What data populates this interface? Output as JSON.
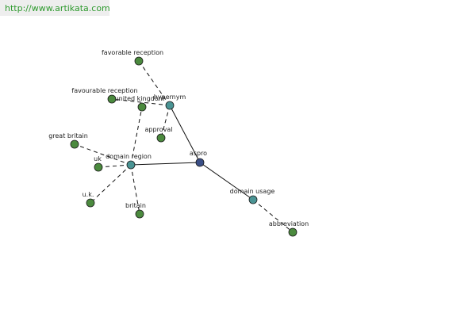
{
  "header": {
    "url": "http://www.artikata.com"
  },
  "colors": {
    "central": "#3a4e86",
    "hub": "#4a9494",
    "leaf": "#4b8a3e",
    "edge": "#111111"
  },
  "nodes": [
    {
      "id": "aspro",
      "label": "aspro",
      "kind": "central"
    },
    {
      "id": "hypernym",
      "label": "hypernym",
      "kind": "hub"
    },
    {
      "id": "domain-region",
      "label": "domain region",
      "kind": "hub"
    },
    {
      "id": "domain-usage",
      "label": "domain usage",
      "kind": "hub"
    },
    {
      "id": "favorable-reception",
      "label": "favorable reception",
      "kind": "leaf"
    },
    {
      "id": "favourable-reception",
      "label": "favourable reception",
      "kind": "leaf"
    },
    {
      "id": "approval",
      "label": "approval",
      "kind": "leaf"
    },
    {
      "id": "united-kingdom",
      "label": "united kingdom",
      "kind": "leaf"
    },
    {
      "id": "great-britain",
      "label": "great britain",
      "kind": "leaf"
    },
    {
      "id": "uk",
      "label": "uk",
      "kind": "leaf"
    },
    {
      "id": "u-k",
      "label": "u.k.",
      "kind": "leaf"
    },
    {
      "id": "britain",
      "label": "britain",
      "kind": "leaf"
    },
    {
      "id": "abbreviation",
      "label": "abbreviation",
      "kind": "leaf"
    }
  ],
  "edges": [
    {
      "from": "aspro",
      "to": "hypernym",
      "style": "solid"
    },
    {
      "from": "aspro",
      "to": "domain-region",
      "style": "solid"
    },
    {
      "from": "aspro",
      "to": "domain-usage",
      "style": "solid"
    },
    {
      "from": "hypernym",
      "to": "favorable-reception",
      "style": "dashed"
    },
    {
      "from": "hypernym",
      "to": "favourable-reception",
      "style": "dashed"
    },
    {
      "from": "hypernym",
      "to": "approval",
      "style": "dashed"
    },
    {
      "from": "domain-region",
      "to": "united-kingdom",
      "style": "dashed"
    },
    {
      "from": "domain-region",
      "to": "great-britain",
      "style": "dashed"
    },
    {
      "from": "domain-region",
      "to": "uk",
      "style": "dashed"
    },
    {
      "from": "domain-region",
      "to": "u-k",
      "style": "dashed"
    },
    {
      "from": "domain-region",
      "to": "britain",
      "style": "dashed"
    },
    {
      "from": "domain-usage",
      "to": "abbreviation",
      "style": "dashed"
    }
  ]
}
